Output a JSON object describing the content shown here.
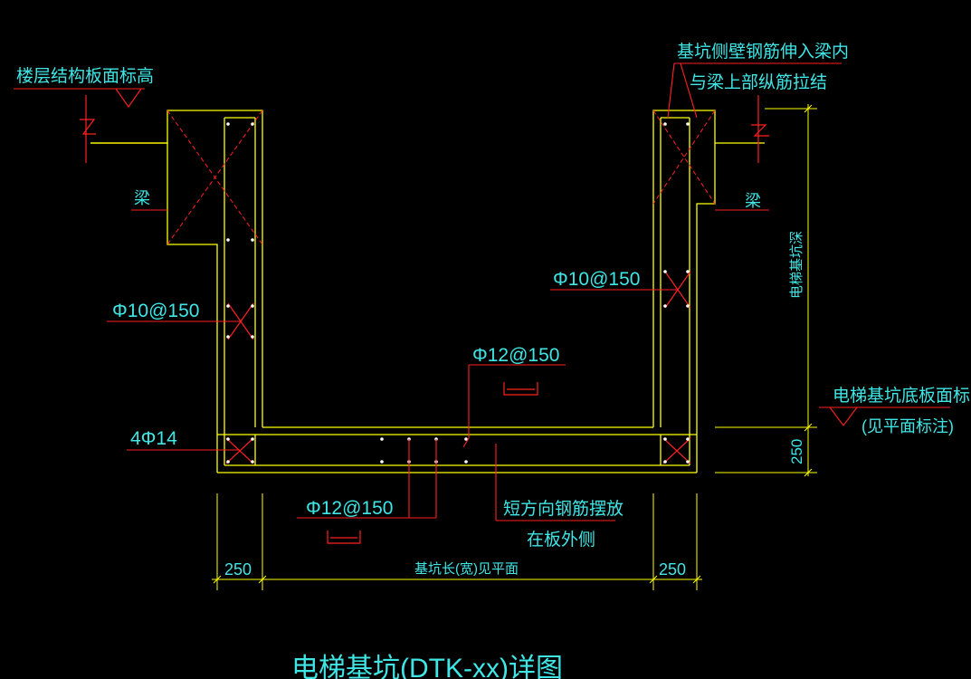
{
  "drawing": {
    "title": "电梯基坑(DTK-xx)详图",
    "labels": {
      "floor_level": "楼层结构板面标高",
      "beam_left": "梁",
      "beam_right": "梁",
      "rebar_left_wall": "Φ10@150",
      "rebar_right_wall": "Φ10@150",
      "rebar_corner": "4Φ14",
      "rebar_top_slab": "Φ12@150",
      "rebar_bottom_slab": "Φ12@150",
      "side_rebar_note_1": "基坑侧壁钢筋伸入梁内",
      "side_rebar_note_2": "与梁上部纵筋拉结",
      "pit_depth": "电梯基坑深",
      "pit_bottom_level": "电梯基坑底板面标高",
      "pit_bottom_note": "(见平面标注)",
      "short_rebar_note_1": "短方向钢筋摆放",
      "short_rebar_note_2": "在板外侧",
      "dim_left": "250",
      "dim_right": "250",
      "dim_bottom_thickness": "250",
      "pit_width": "基坑长(宽)见平面"
    }
  },
  "colors": {
    "structure": "#ffff00",
    "rebar": "#ff2020",
    "text": "#3fe6e6",
    "dim": "#ffff00",
    "background": "#000000"
  }
}
